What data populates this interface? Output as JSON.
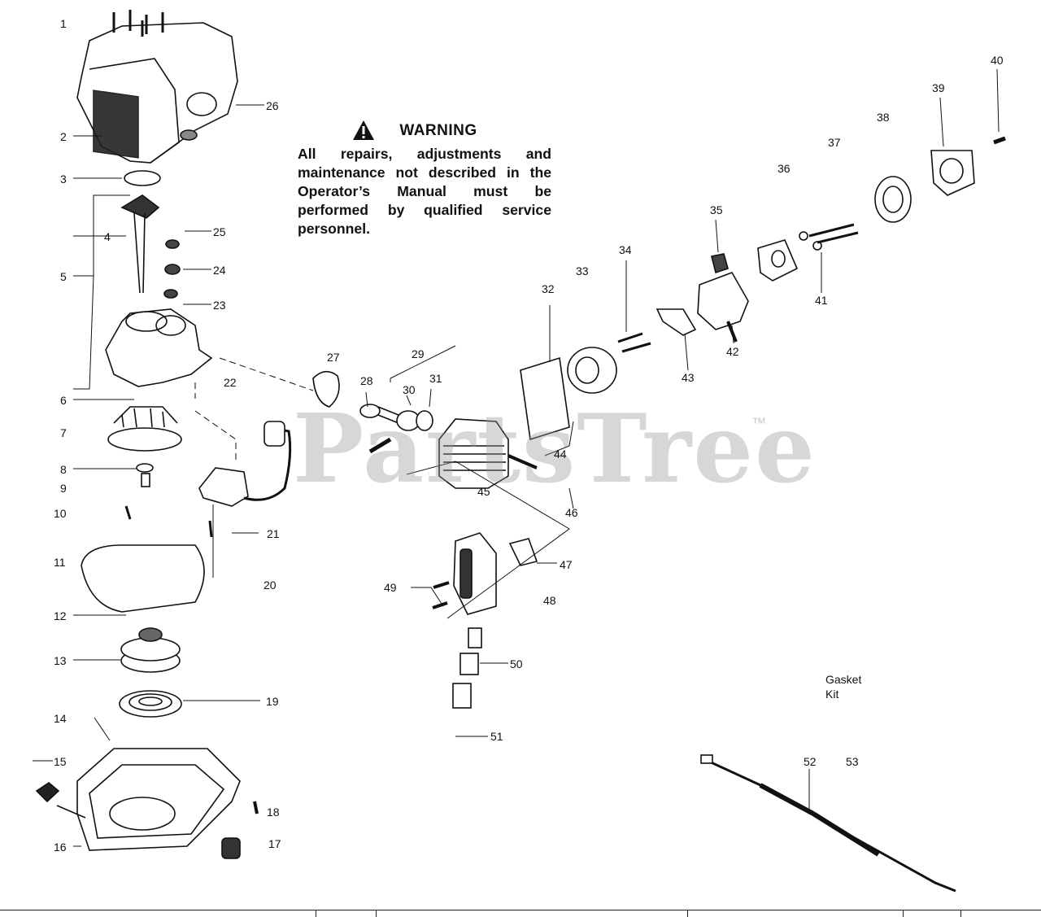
{
  "warning": {
    "title": "WARNING",
    "body": "All repairs, adjustments and maintenance not described in the Operator’s Manual must be performed by qualified service personnel."
  },
  "watermark": {
    "text": "PartsTree",
    "tm": "™"
  },
  "gasket_kit": {
    "line1": "Gasket",
    "line2": "Kit"
  },
  "callouts": [
    "1",
    "2",
    "3",
    "4",
    "5",
    "6",
    "7",
    "8",
    "9",
    "10",
    "11",
    "12",
    "13",
    "14",
    "15",
    "16",
    "17",
    "18",
    "19",
    "20",
    "21",
    "22",
    "23",
    "24",
    "25",
    "26",
    "27",
    "28",
    "29",
    "30",
    "31",
    "32",
    "33",
    "34",
    "35",
    "36",
    "37",
    "38",
    "39",
    "40",
    "41",
    "42",
    "43",
    "44",
    "45",
    "46",
    "47",
    "48",
    "49",
    "50",
    "51",
    "52",
    "53"
  ]
}
